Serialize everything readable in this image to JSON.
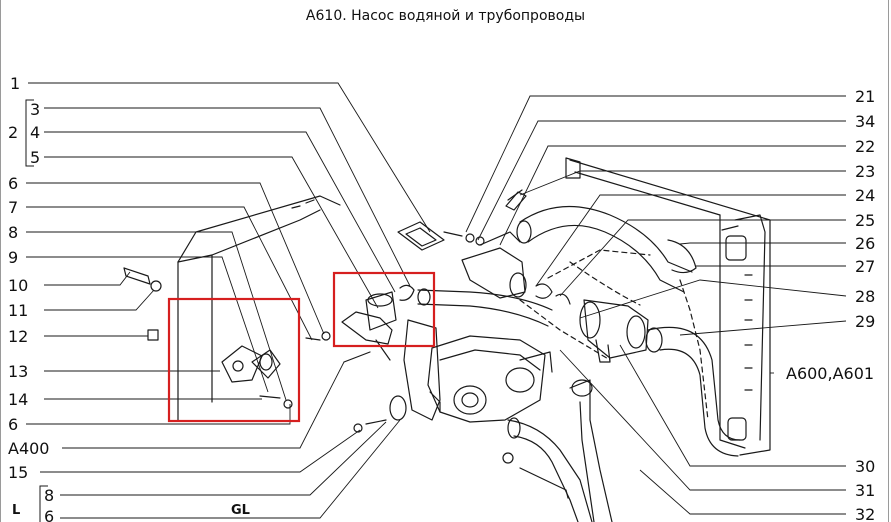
{
  "title": "A610. Насос водяной и трубопроводы",
  "callouts_left": [
    {
      "id": "l1",
      "text": "1"
    },
    {
      "id": "l3",
      "text": "3"
    },
    {
      "id": "l2",
      "text": "2"
    },
    {
      "id": "l4",
      "text": "4"
    },
    {
      "id": "l5",
      "text": "5"
    },
    {
      "id": "l6a",
      "text": "6"
    },
    {
      "id": "l7",
      "text": "7"
    },
    {
      "id": "l8a",
      "text": "8"
    },
    {
      "id": "l9",
      "text": "9"
    },
    {
      "id": "l10",
      "text": "10"
    },
    {
      "id": "l11",
      "text": "11"
    },
    {
      "id": "l12",
      "text": "12"
    },
    {
      "id": "l13",
      "text": "13"
    },
    {
      "id": "l14",
      "text": "14"
    },
    {
      "id": "l6b",
      "text": "6"
    },
    {
      "id": "lA400",
      "text": "A400"
    },
    {
      "id": "l15",
      "text": "15"
    },
    {
      "id": "l8b",
      "text": "8"
    },
    {
      "id": "l6c",
      "text": "6"
    }
  ],
  "callouts_right": [
    {
      "id": "r21",
      "text": "21"
    },
    {
      "id": "r34",
      "text": "34"
    },
    {
      "id": "r22",
      "text": "22"
    },
    {
      "id": "r23",
      "text": "23"
    },
    {
      "id": "r24",
      "text": "24"
    },
    {
      "id": "r25",
      "text": "25"
    },
    {
      "id": "r26",
      "text": "26"
    },
    {
      "id": "r27",
      "text": "27"
    },
    {
      "id": "r28",
      "text": "28"
    },
    {
      "id": "r29",
      "text": "29"
    },
    {
      "id": "rA600",
      "text": "A600,A601"
    },
    {
      "id": "r30",
      "text": "30"
    },
    {
      "id": "r31",
      "text": "31"
    },
    {
      "id": "r32",
      "text": "32"
    }
  ],
  "footer": {
    "left": "L",
    "mid": "GL"
  },
  "colors": {
    "line": "#1a1a1a",
    "highlight": "#d61f1f"
  }
}
